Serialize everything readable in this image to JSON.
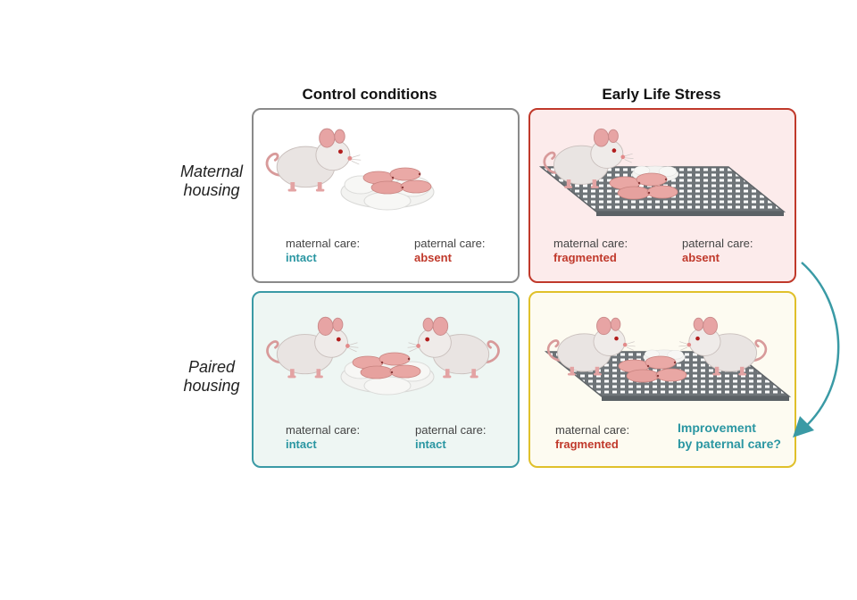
{
  "columns": {
    "control": "Control conditions",
    "els": "Early Life Stress"
  },
  "rows": {
    "maternal": [
      "Maternal",
      "housing"
    ],
    "paired": [
      "Paired",
      "housing"
    ]
  },
  "panels": {
    "control_maternal": {
      "maternal_label": "maternal care:",
      "maternal_value": "intact",
      "paternal_label": "paternal care:",
      "paternal_value": "absent"
    },
    "els_maternal": {
      "maternal_label": "maternal care:",
      "maternal_value": "fragmented",
      "paternal_label": "paternal care:",
      "paternal_value": "absent"
    },
    "control_paired": {
      "maternal_label": "maternal care:",
      "maternal_value": "intact",
      "paternal_label": "paternal care:",
      "paternal_value": "intact"
    },
    "els_paired": {
      "maternal_label": "maternal care:",
      "maternal_value": "fragmented",
      "question": [
        "Improvement",
        "by paternal care?"
      ]
    }
  },
  "colors": {
    "control_border": "#8a8a8a",
    "els_border": "#c0392b",
    "paired_border": "#3a9aa5",
    "els_paired_border": "#e0c02a",
    "els_bg": "#fcebeb",
    "paired_bg": "#eef6f3",
    "els_paired_bg": "#fdfbf1",
    "accent_teal": "#2a96a2",
    "accent_red": "#c0392b"
  }
}
